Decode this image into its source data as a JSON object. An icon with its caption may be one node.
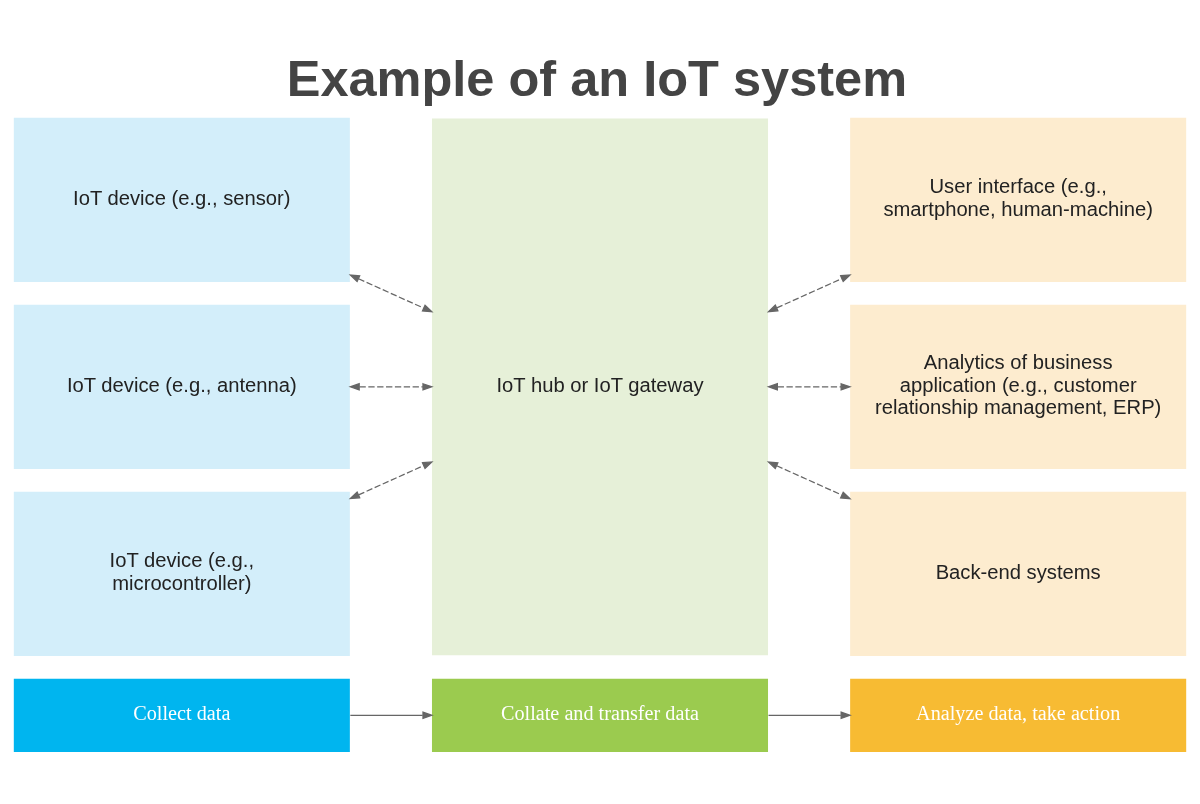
{
  "diagram": {
    "title": "Example of an IoT system",
    "nodes": [
      {
        "text": [
          "Collect data"
        ]
      },
      {
        "text": [
          "Collate and transfer data"
        ]
      },
      {
        "text": [
          "Analyze data, take action"
        ]
      },
      {
        "text": [
          "IoT device (e.g., sensor)"
        ]
      },
      {
        "text": [
          "IoT hub or IoT gateway"
        ]
      },
      {
        "text": [
          "User interface (e.g., smartphone, human-machine)"
        ]
      },
      {
        "text": [
          "IoT device (e.g., antenna)"
        ]
      },
      {
        "text": [
          "Analytics of business application (e.g., customer relationship management, ERP)"
        ]
      },
      {
        "text": [
          "IoT device (e.g., microcontroller)"
        ]
      },
      {
        "text": [
          "Back-end systems"
        ]
      }
    ],
    "edges": [
      {
        "from": 0,
        "to": 1,
        "arrow": "to"
      },
      {
        "from": 1,
        "to": 2,
        "arrow": "to"
      },
      {
        "from": 3,
        "to": 4,
        "arrow": "both",
        "style": "dashed"
      },
      {
        "from": 4,
        "to": 5,
        "arrow": "both",
        "style": "dashed"
      },
      {
        "from": 6,
        "to": 4,
        "arrow": "both",
        "style": "dashed"
      },
      {
        "from": 4,
        "to": 7,
        "arrow": "both",
        "style": "dashed"
      },
      {
        "from": 8,
        "to": 4,
        "arrow": "both",
        "style": "dashed"
      },
      {
        "from": 4,
        "to": 9,
        "arrow": "both",
        "style": "dashed"
      }
    ]
  }
}
